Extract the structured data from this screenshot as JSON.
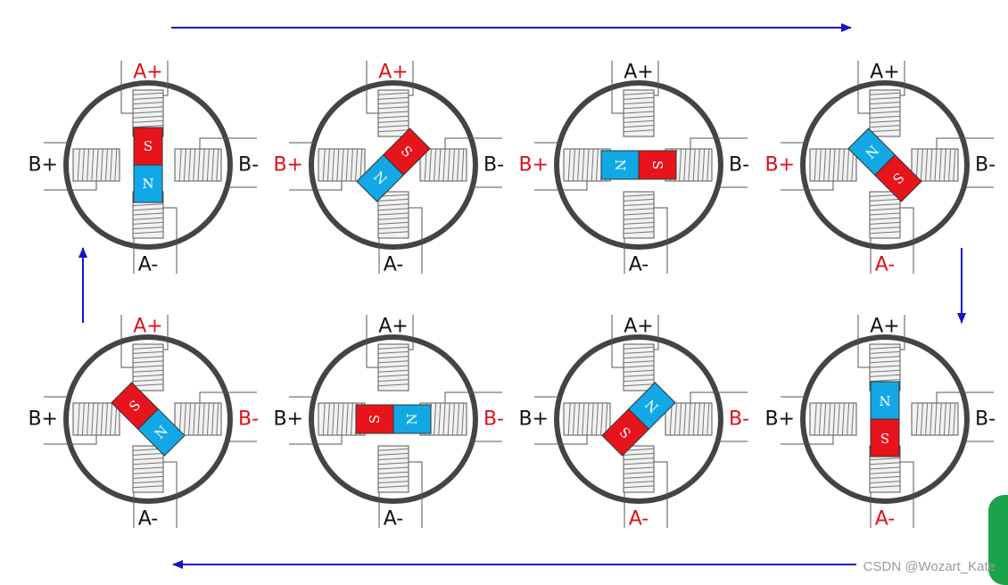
{
  "colors": {
    "active": "#e0101a",
    "inactive": "#111111",
    "arrow": "#1515c8",
    "south": "#e8141c",
    "north": "#12a8e6",
    "stator": "#444444"
  },
  "steps": [
    {
      "a_plus": "A+",
      "a_minus": "A-",
      "b_plus": "B+",
      "b_minus": "B-",
      "active": [
        "a_plus"
      ],
      "rotor_angle": 90,
      "pole_s": "S",
      "pole_n": "N"
    },
    {
      "a_plus": "A+",
      "a_minus": "A-",
      "b_plus": "B+",
      "b_minus": "B-",
      "active": [
        "a_plus",
        "b_plus"
      ],
      "rotor_angle": 45,
      "pole_s": "S",
      "pole_n": "N"
    },
    {
      "a_plus": "A+",
      "a_minus": "A-",
      "b_plus": "B+",
      "b_minus": "B-",
      "active": [
        "b_plus"
      ],
      "rotor_angle": 0,
      "pole_s": "S",
      "pole_n": "N"
    },
    {
      "a_plus": "A+",
      "a_minus": "A-",
      "b_plus": "B+",
      "b_minus": "B-",
      "active": [
        "b_plus",
        "a_minus"
      ],
      "rotor_angle": -45,
      "pole_s": "S",
      "pole_n": "N"
    },
    {
      "a_plus": "A+",
      "a_minus": "A-",
      "b_plus": "B+",
      "b_minus": "B-",
      "active": [
        "a_minus"
      ],
      "rotor_angle": -90,
      "pole_s": "S",
      "pole_n": "N"
    },
    {
      "a_plus": "A+",
      "a_minus": "A-",
      "b_plus": "B+",
      "b_minus": "B-",
      "active": [
        "a_minus",
        "b_minus"
      ],
      "rotor_angle": -135,
      "pole_s": "S",
      "pole_n": "N"
    },
    {
      "a_plus": "A+",
      "a_minus": "A-",
      "b_plus": "B+",
      "b_minus": "B-",
      "active": [
        "b_minus"
      ],
      "rotor_angle": 180,
      "pole_s": "S",
      "pole_n": "N"
    },
    {
      "a_plus": "A+",
      "a_minus": "A-",
      "b_plus": "B+",
      "b_minus": "B-",
      "active": [
        "b_minus",
        "a_plus"
      ],
      "rotor_angle": 135,
      "pole_s": "S",
      "pole_n": "N"
    }
  ],
  "watermark": "CSDN @Wozart_Kate"
}
